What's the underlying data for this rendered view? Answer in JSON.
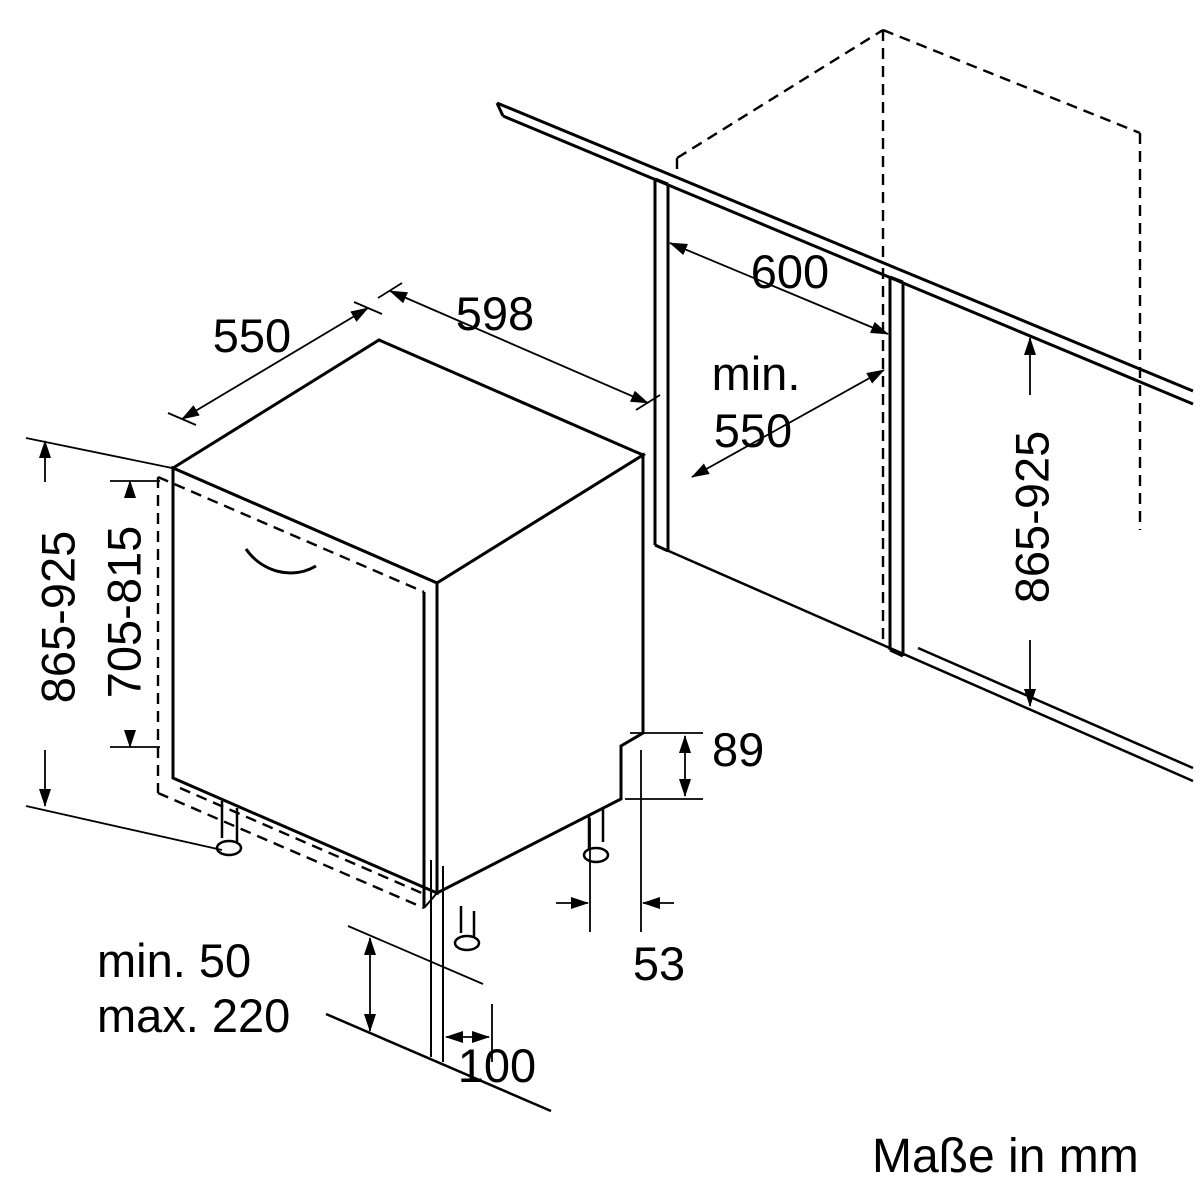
{
  "diagram": {
    "unit_note": "Maße in mm",
    "colors": {
      "ink": "#000000",
      "background": "#ffffff"
    },
    "labels": {
      "depth": "550",
      "width": "598",
      "appliance_height": "865-925",
      "door_panel_height": "705-815",
      "niche_width": "600",
      "niche_depth_line1": "min.",
      "niche_depth_line2": "550",
      "niche_height": "865-925",
      "recess_height": "89",
      "recess_depth": "53",
      "plinth_min": "min. 50",
      "plinth_max": "max. 220",
      "foot_offset": "100"
    }
  }
}
